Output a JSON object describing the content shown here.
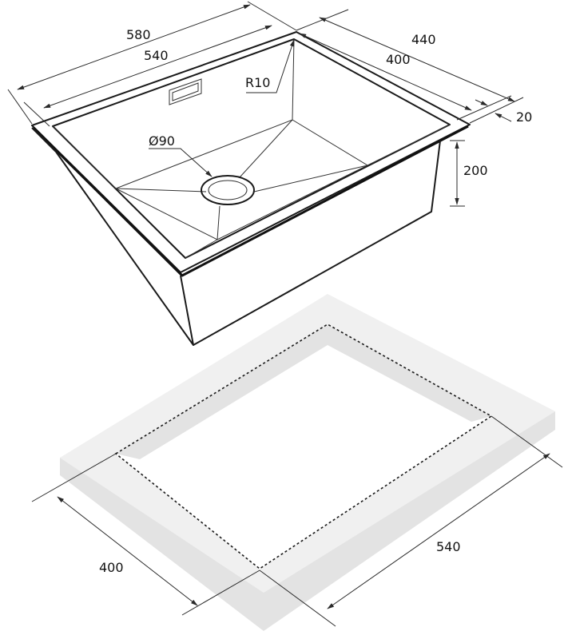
{
  "dimensions": {
    "outer_width": "580",
    "inner_width": "540",
    "outer_depth": "440",
    "inner_depth": "400",
    "rim": "20",
    "height": "200",
    "corner_radius": "R10",
    "drain_diameter": "Ø90",
    "cutout_depth": "400",
    "cutout_width": "540"
  },
  "colors": {
    "line": "#1a1a1a",
    "countertop": "#f0f0f0",
    "countertop_edge": "#e3e3e3"
  }
}
